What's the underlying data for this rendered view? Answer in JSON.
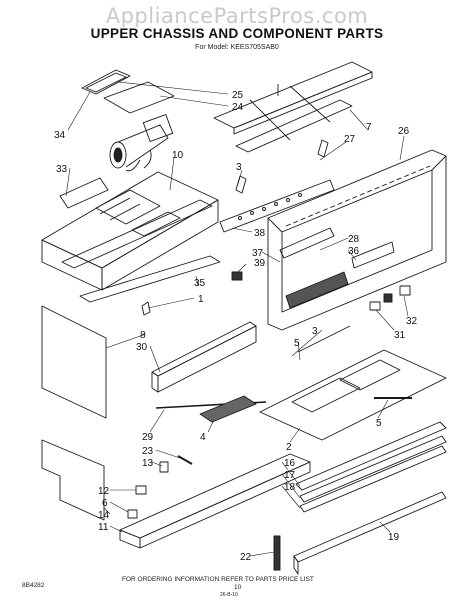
{
  "watermark": "AppliancePartsPros.com",
  "title": "UPPER CHASSIS AND COMPONENT PARTS",
  "model_line": "For Model: KEES705SAB0",
  "footer": {
    "ordering_note": "FOR ORDERING INFORMATION REFER TO PARTS PRICE LIST",
    "code": "8B4282",
    "page_number": "10",
    "stamp": "26-B-10"
  },
  "callouts": [
    "34",
    "25",
    "24",
    "10",
    "33",
    "7",
    "27",
    "26",
    "3",
    "38",
    "37",
    "39",
    "28",
    "36",
    "35",
    "1",
    "8",
    "30",
    "5",
    "31",
    "32",
    "29",
    "4",
    "2",
    "23",
    "13",
    "16",
    "17",
    "18",
    "12",
    "6",
    "14",
    "11",
    "22",
    "19"
  ]
}
